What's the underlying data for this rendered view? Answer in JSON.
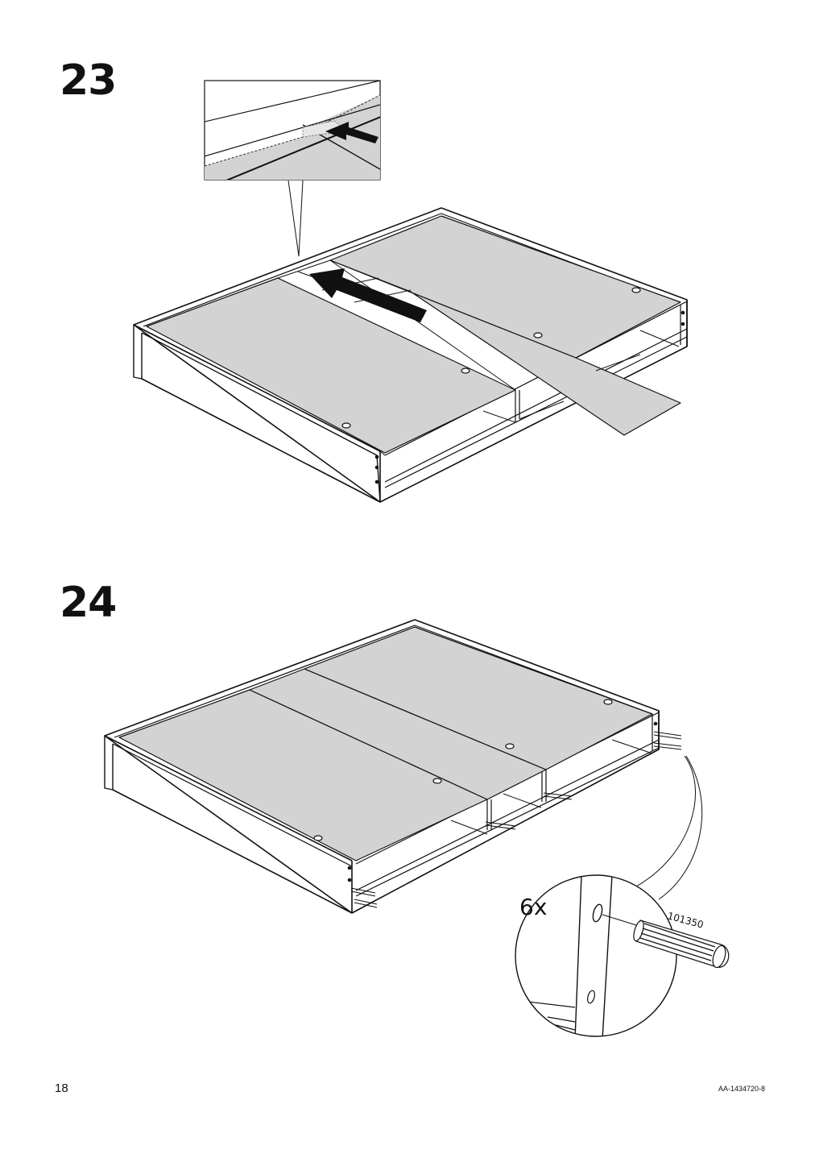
{
  "steps": [
    {
      "number": "23"
    },
    {
      "number": "24"
    }
  ],
  "detail": {
    "quantity": "6x",
    "part_number": "101350"
  },
  "footer": {
    "page_number": "18",
    "doc_code": "AA-1434720-8"
  },
  "icons": [
    "push-arrow-icon",
    "dowel-icon"
  ]
}
